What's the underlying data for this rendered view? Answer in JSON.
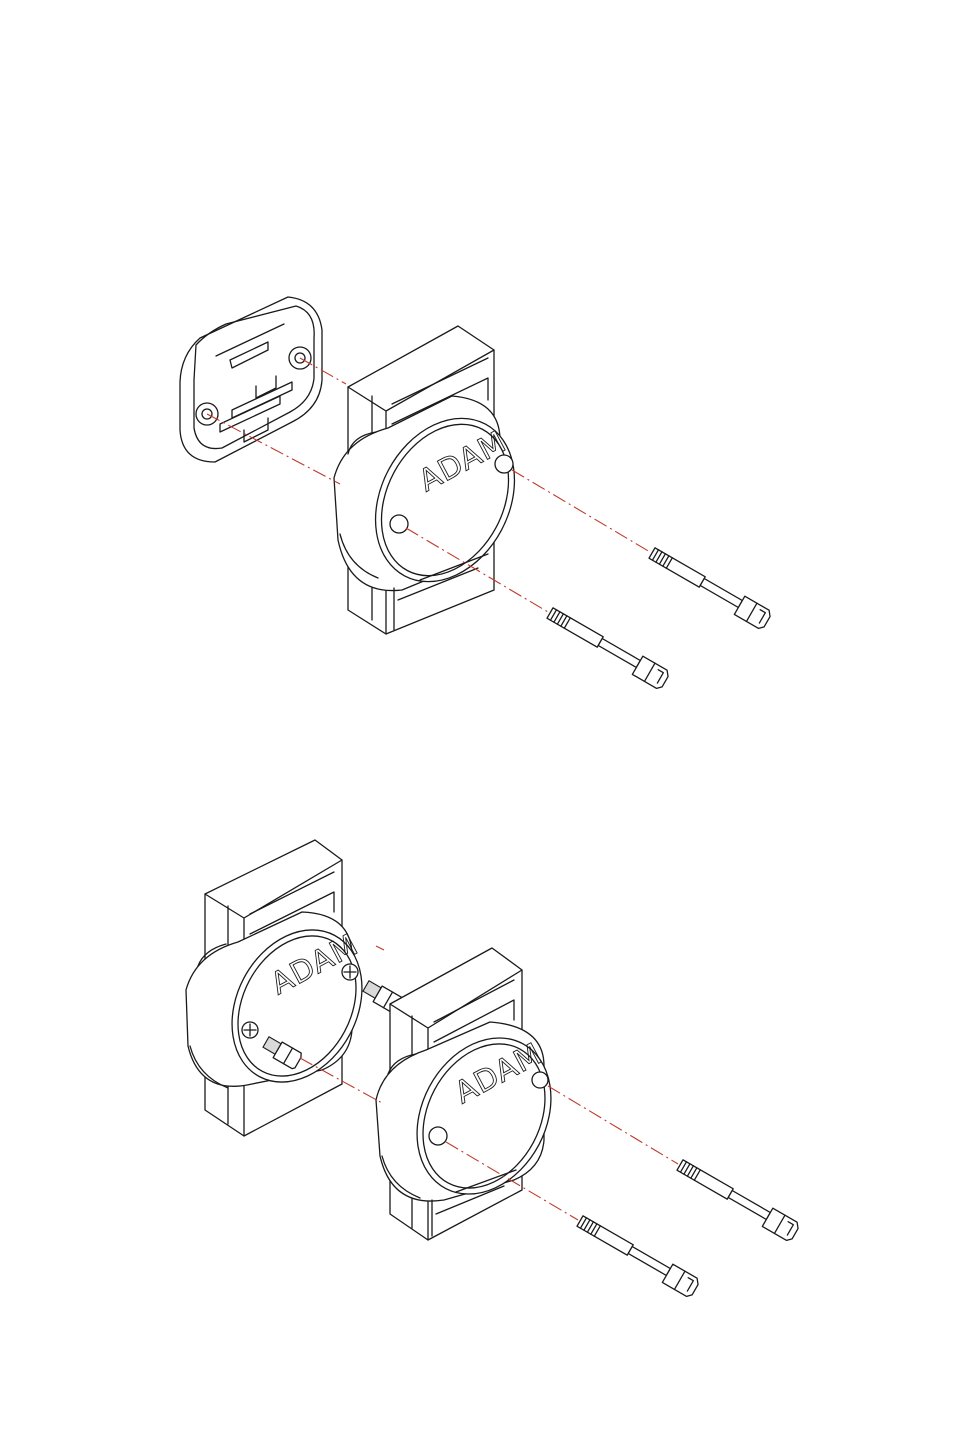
{
  "figure_1": {
    "module_label": "ADAM"
  },
  "figure_2": {
    "left_module_label": "ADAM",
    "right_module_label": "ADAM"
  },
  "colors": {
    "line": "#1a1a1a",
    "axis": "#c0392b",
    "background": "#ffffff"
  }
}
